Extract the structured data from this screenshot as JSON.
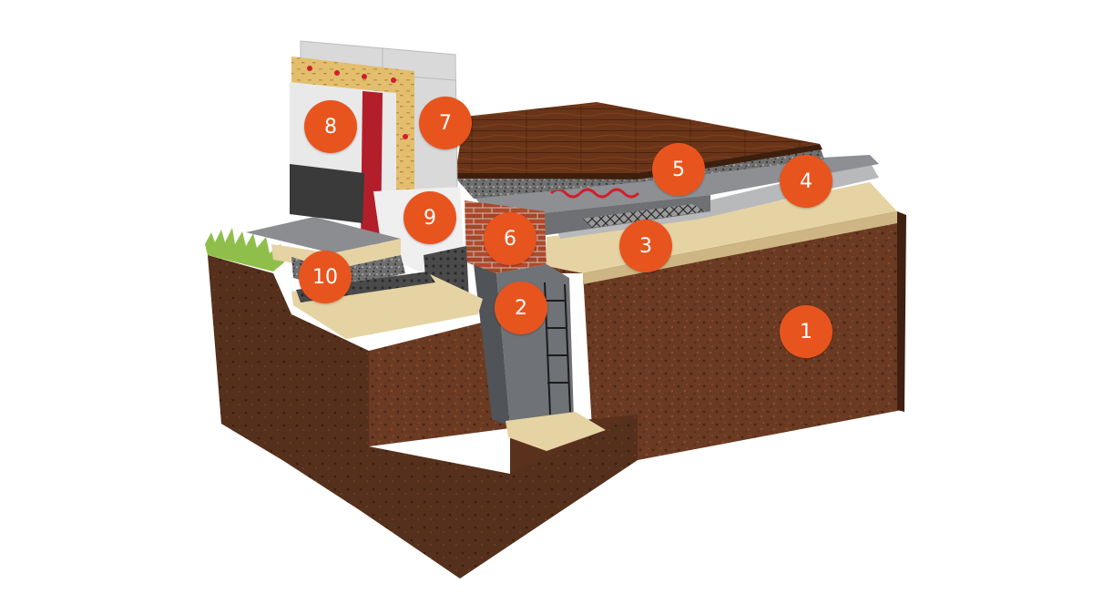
{
  "colors": {
    "marker": "#e8541e",
    "marker_text": "#ffffff",
    "soil": "#6b3a22",
    "soil_dark": "#4a2616",
    "sand": "#e6d3a3",
    "concrete": "#8d8f93",
    "wood": "#6a3418",
    "brick": "#b24a2c",
    "block": "#d9d9d9",
    "insulation_yellow": "#e3be6e",
    "grass": "#8fbf4a"
  },
  "markers": [
    {
      "label": "1"
    },
    {
      "label": "2"
    },
    {
      "label": "3"
    },
    {
      "label": "4"
    },
    {
      "label": "5"
    },
    {
      "label": "6"
    },
    {
      "label": "7"
    },
    {
      "label": "8"
    },
    {
      "label": "9"
    },
    {
      "label": "10"
    }
  ]
}
